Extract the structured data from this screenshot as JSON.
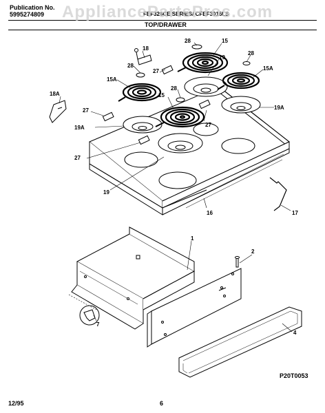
{
  "header": {
    "publication_label": "Publication No.",
    "publication_number": "5995274809",
    "model_text": "FEF326CE SERIES/ CFEF3016LS",
    "section_title": "TOP/DRAWER"
  },
  "watermark": "AppliancePartsPros.com",
  "footer": {
    "date": "12/95",
    "page": "6",
    "diagram_code": "P20T0053"
  },
  "callouts": {
    "c18": "18",
    "c28a": "28",
    "c15a": "15",
    "c19a": "19",
    "c28b": "28",
    "c28c": "28",
    "c27a": "27",
    "c15A_left": "15A",
    "c15A_right": "15A",
    "c28d": "28",
    "c15b": "15",
    "c18A": "18A",
    "c27b": "27",
    "c19A_right": "19A",
    "c27c": "27",
    "c19A_left": "19A",
    "c27d": "27",
    "c19b": "19",
    "c16": "16",
    "c17": "17",
    "c1": "1",
    "c2": "2",
    "c7": "7",
    "c4": "4"
  }
}
